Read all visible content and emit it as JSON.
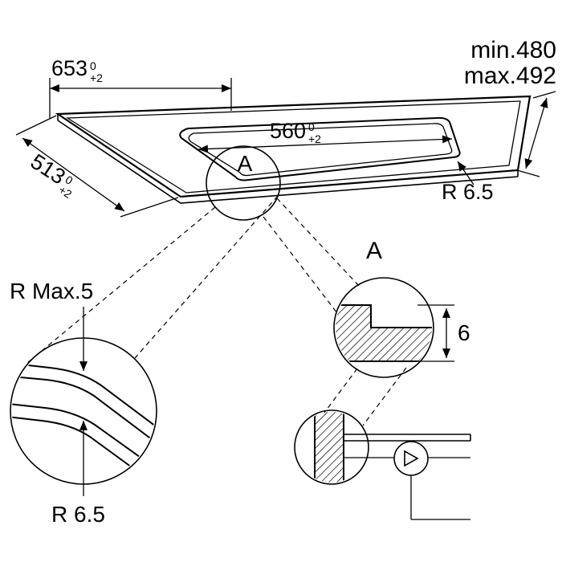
{
  "title": "Hob installation dimensions diagram",
  "colors": {
    "line": "#000000",
    "background": "#ffffff"
  },
  "top_view": {
    "width_dim": {
      "value": "653",
      "tol_top": "0",
      "tol_bottom": "+2"
    },
    "depth_dim": {
      "value": "513",
      "tol_top": "0",
      "tol_bottom": "+2"
    },
    "cutout_dim": {
      "value": "560",
      "tol_top": "0",
      "tol_bottom": "+2"
    },
    "right_dim_min": "min.480",
    "right_dim_max": "max.492",
    "corner_radius": "R 6.5",
    "detail_label": "A"
  },
  "corner_detail": {
    "radius_max": "R Max.5",
    "radius": "R 6.5"
  },
  "section_detail": {
    "label": "A",
    "thickness": "6"
  }
}
